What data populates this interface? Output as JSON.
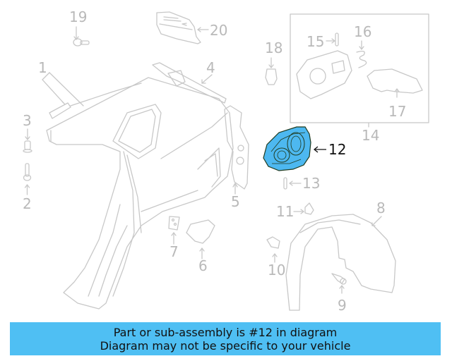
{
  "diagram": {
    "highlighted_part": "12",
    "colors": {
      "line": "#c8c8c8",
      "label": "#b9b9b9",
      "highlight_fill": "#4db8f0",
      "highlight_outline": "#1f3a1f",
      "banner_bg": "#4fbff3"
    },
    "callouts": [
      {
        "id": "1",
        "label": "1"
      },
      {
        "id": "2",
        "label": "2"
      },
      {
        "id": "3",
        "label": "3"
      },
      {
        "id": "4",
        "label": "4"
      },
      {
        "id": "5",
        "label": "5"
      },
      {
        "id": "6",
        "label": "6"
      },
      {
        "id": "7",
        "label": "7"
      },
      {
        "id": "8",
        "label": "8"
      },
      {
        "id": "9",
        "label": "9"
      },
      {
        "id": "10",
        "label": "10"
      },
      {
        "id": "11",
        "label": "11"
      },
      {
        "id": "12",
        "label": "12"
      },
      {
        "id": "13",
        "label": "13"
      },
      {
        "id": "14",
        "label": "14"
      },
      {
        "id": "15",
        "label": "15"
      },
      {
        "id": "16",
        "label": "16"
      },
      {
        "id": "17",
        "label": "17"
      },
      {
        "id": "18",
        "label": "18"
      },
      {
        "id": "19",
        "label": "19"
      },
      {
        "id": "20",
        "label": "20"
      }
    ]
  },
  "banner": {
    "line1": "Part or sub-assembly is #12 in diagram",
    "line2": "Diagram may not be specific to your vehicle"
  }
}
